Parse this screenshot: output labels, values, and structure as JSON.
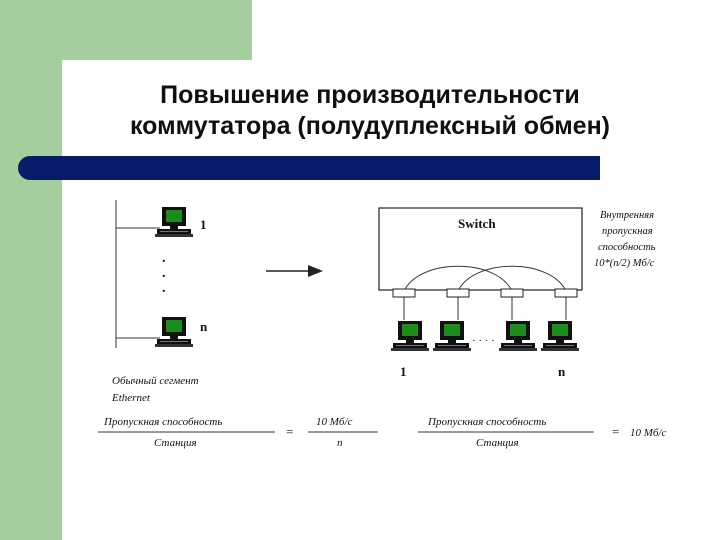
{
  "slide": {
    "title_line1": "Повышение производительности",
    "title_line2": "коммутатора (полудуплексный обмен)"
  },
  "diagram": {
    "left_station_top_label": "1",
    "left_station_bottom_label": "n",
    "left_dots": ".",
    "segment_caption_line1": "Обычный сегмент",
    "segment_caption_line2": "Ethernet",
    "switch_label": "Switch",
    "internal_caption_line1": "Внутренняя",
    "internal_caption_line2": "пропускная",
    "internal_caption_line3": "способность",
    "internal_caption_line4": "10*(n/2) Мб/с",
    "right_first_label": "1",
    "right_last_label": "n",
    "right_dots": "· · · ·"
  },
  "formulas": {
    "left_numerator": "Пропускная способность",
    "left_denominator": "Станция",
    "left_equals": "=",
    "left_value_numerator": "10 Мб/с",
    "left_value_denominator": "n",
    "right_numerator": "Пропускная способность",
    "right_denominator": "Станция",
    "right_equals": "=",
    "right_value": "10 Мб/с"
  }
}
